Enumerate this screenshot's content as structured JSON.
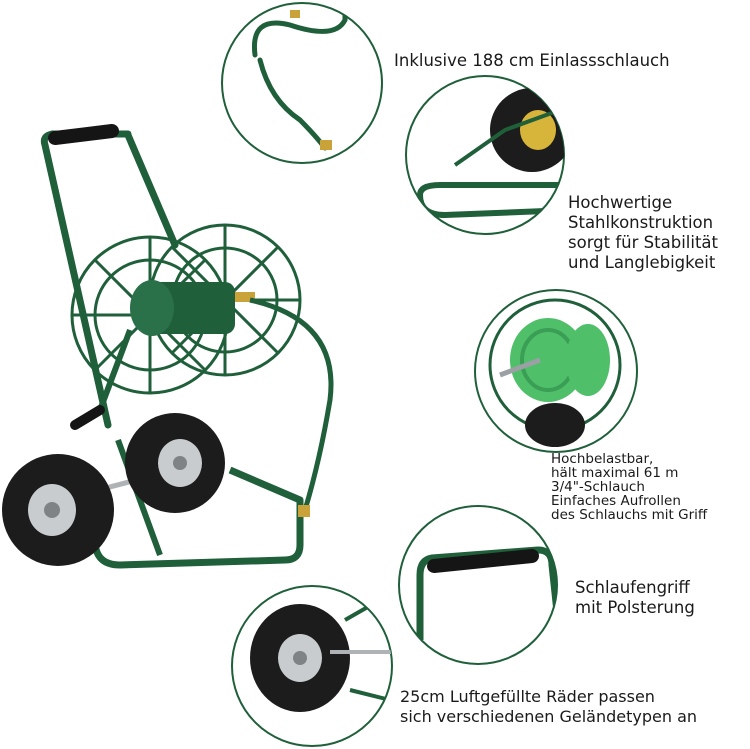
{
  "colors": {
    "frame_green": "#1f5f3a",
    "frame_highlight": "#3e8a5b",
    "tire_black": "#1c1c1c",
    "hub_silver": "#c9ccce",
    "handle_black": "#151515",
    "garden_hose": "#4fbf6a",
    "brass": "#c9a23a",
    "circle_outline": "#1f5f3a"
  },
  "captions": {
    "hose": "Inklusive 188 cm Einlassschlauch",
    "steel": "Hochwertige\nStahlkonstruktion\nsorgt für Stabilität\nund Langlebigkeit",
    "capacity": "Hochbelastbar,\nhält maximal 61 m\n3/4\"-Schlauch\nEinfaches Aufrollen\ndes Schlauchs mit Griff",
    "grip": "Schlaufengriff\nmit Polsterung",
    "wheels": "25cm Luftgefüllte Räder passen\nsich verschiedenen Geländetypen an"
  }
}
